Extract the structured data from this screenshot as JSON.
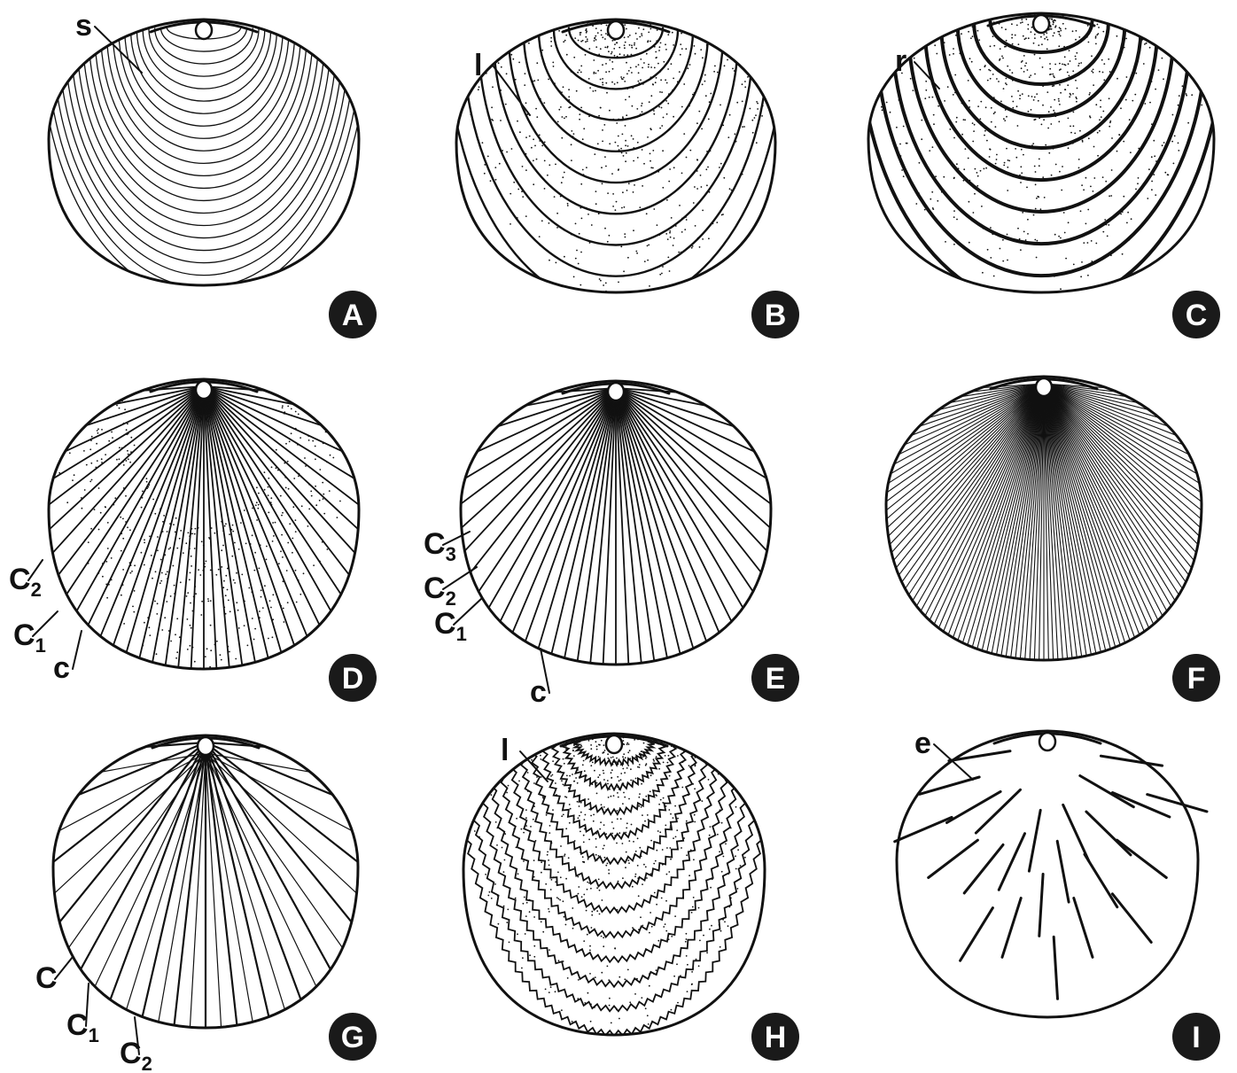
{
  "panels": [
    {
      "id": "A",
      "badge": "A",
      "type": "concentric-fine",
      "labels": [
        {
          "text": "s"
        }
      ]
    },
    {
      "id": "B",
      "badge": "B",
      "type": "concentric-lamellae",
      "labels": [
        {
          "text": "l"
        }
      ]
    },
    {
      "id": "C",
      "badge": "C",
      "type": "concentric-rugae",
      "labels": [
        {
          "text": "r"
        }
      ]
    },
    {
      "id": "D",
      "badge": "D",
      "type": "radial-costae-dotted",
      "labels": [
        {
          "text": "C",
          "sub": "2"
        },
        {
          "text": "C",
          "sub": "1"
        },
        {
          "text": "c",
          "sub": ""
        }
      ]
    },
    {
      "id": "E",
      "badge": "E",
      "type": "radial-costae",
      "labels": [
        {
          "text": "C",
          "sub": "3"
        },
        {
          "text": "C",
          "sub": "2"
        },
        {
          "text": "C",
          "sub": "1"
        },
        {
          "text": "c",
          "sub": ""
        }
      ]
    },
    {
      "id": "F",
      "badge": "F",
      "type": "radial-fine",
      "labels": []
    },
    {
      "id": "G",
      "badge": "G",
      "type": "radial-plicate",
      "labels": [
        {
          "text": "C",
          "sub": ""
        },
        {
          "text": "C",
          "sub": "1"
        },
        {
          "text": "C",
          "sub": "2"
        }
      ]
    },
    {
      "id": "H",
      "badge": "H",
      "type": "concentric-frills",
      "labels": [
        {
          "text": "l"
        }
      ]
    },
    {
      "id": "I",
      "badge": "I",
      "type": "spines",
      "labels": [
        {
          "text": "e"
        }
      ]
    }
  ],
  "colors": {
    "ink": "#111111",
    "paper": "#ffffff",
    "badge": "#1a1a1a"
  }
}
